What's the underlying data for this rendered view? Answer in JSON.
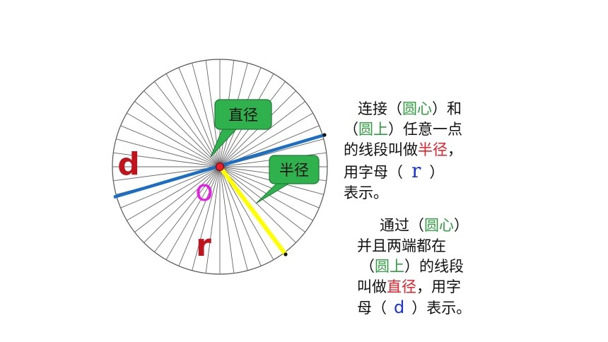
{
  "diagram": {
    "callout_diameter": "直径",
    "callout_radius": "半径",
    "label_d": "d",
    "label_o": "o",
    "label_r": "r",
    "spoke_count": 48,
    "colors": {
      "diameter": "#1a6fc4",
      "radius": "#ffff00",
      "callout_fill": "#2fb14e",
      "center": "#e8202a",
      "label_d": "#c0141c",
      "label_o": "#e61ee6",
      "label_r": "#c0141c"
    }
  },
  "radius_text": {
    "line1_a": "连接（",
    "line1_b": "圆心",
    "line1_c": "）和",
    "line2_a": "（",
    "line2_b": "圆上",
    "line2_c": "）任意一点",
    "line3_a": "的线段叫做",
    "line3_b": "半径",
    "line3_c": "，",
    "line4_a": "用字母（",
    "line4_b": "r",
    "line4_c": "）",
    "line5": "表示。"
  },
  "diameter_text": {
    "line1_a": "通过（",
    "line1_b": "圆心",
    "line1_c": "）",
    "line2": "并且两端都在",
    "line3_a": "（",
    "line3_b": "圆上",
    "line3_c": "）的线段",
    "line4_a": "叫做",
    "line4_b": "直径",
    "line4_c": "，用字",
    "line5_a": "母（",
    "line5_b": "d",
    "line5_c": "）表示。"
  }
}
